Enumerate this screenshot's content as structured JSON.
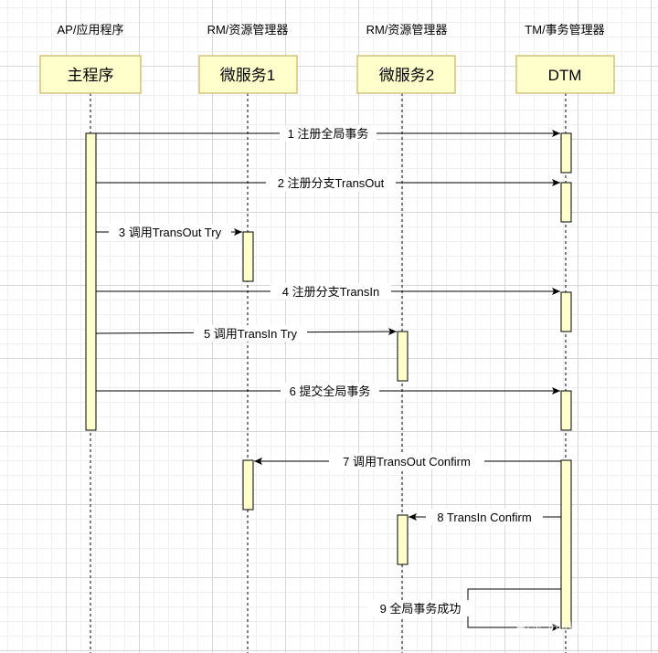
{
  "participants": [
    {
      "role": "AP/应用程序",
      "name": "主程序"
    },
    {
      "role": "RM/资源管理器",
      "name": "微服务1"
    },
    {
      "role": "RM/资源管理器",
      "name": "微服务2"
    },
    {
      "role": "TM/事务管理器",
      "name": "DTM"
    }
  ],
  "messages": [
    {
      "label": "1 注册全局事务"
    },
    {
      "label": "2 注册分支TransOut"
    },
    {
      "label": "3 调用TransOut Try"
    },
    {
      "label": "4 注册分支TransIn"
    },
    {
      "label": "5 调用TransIn Try"
    },
    {
      "label": "6 提交全局事务"
    },
    {
      "label": "7 调用TransOut Confirm"
    },
    {
      "label": "8 TransIn Confirm"
    },
    {
      "label": "9 全局事务成功"
    }
  ],
  "watermark": "知乎 @叶东富",
  "colors": {
    "actor_fill": "#ffffcc",
    "actor_border": "#d4c27a",
    "line": "#000000"
  }
}
